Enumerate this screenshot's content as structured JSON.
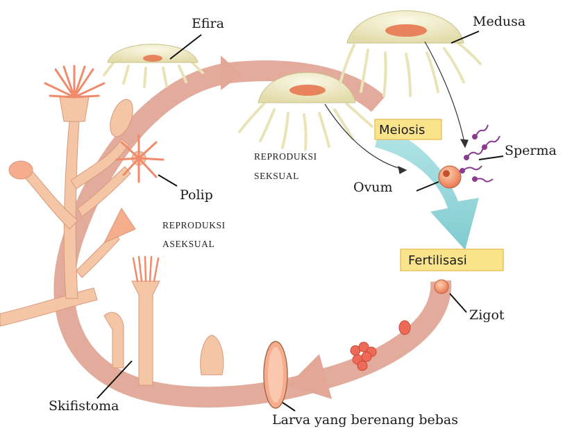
{
  "labels": {
    "efira": "Efira",
    "medusa": "Medusa",
    "meiosis": "Meiosis",
    "sperma": "Sperma",
    "ovum": "Ovum",
    "polip": "Polip",
    "fertilisasi": "Fertilisasi",
    "zigot": "Zigot",
    "skifistoma": "Skifistoma",
    "larva": "Larva yang berenang bebas"
  },
  "captions": {
    "sexual_1": "REPRODUKSI",
    "sexual_2": "SEKSUAL",
    "asexual_1": "REPRODUKSI",
    "asexual_2": "ASEKSUAL"
  },
  "colors": {
    "cycle_arrow": "#e2a796",
    "meiosis_arrow": "#8ed3d6",
    "label_box": "#f9e38b",
    "label_box_border": "#e8b84a",
    "polyp_body": "#f4c6a6",
    "tentacle": "#ef8a6a",
    "medusa_bell": "#f0eccf",
    "egg": "#f0906a",
    "sperm": "#8a3c8f"
  }
}
